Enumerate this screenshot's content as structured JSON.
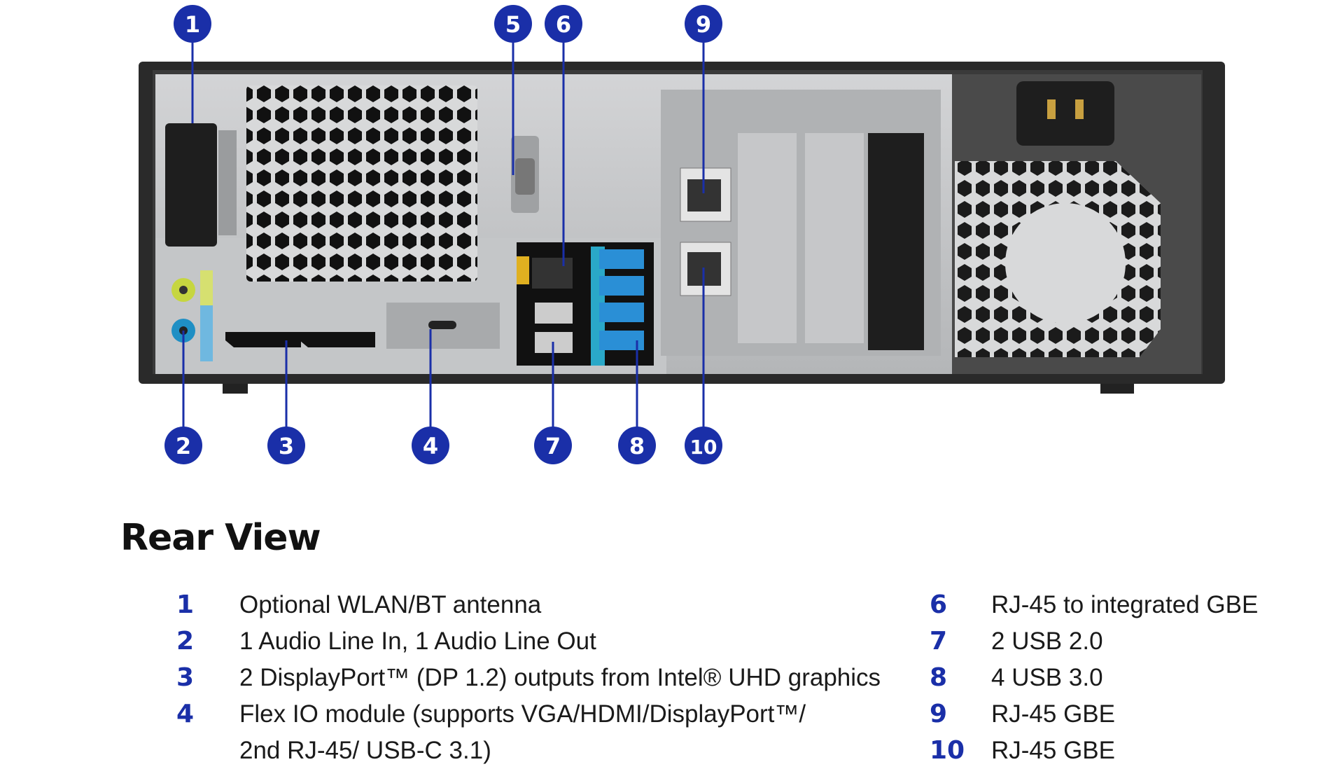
{
  "title": "Rear View",
  "colors": {
    "callout_fill": "#1a2fa8",
    "callout_line": "#1a2fa8",
    "chassis": "#2b2b2b",
    "panel": "#b8babc",
    "audio_in": "#c6d640",
    "audio_out": "#1f8fc4",
    "usb3": "#2a8fd6"
  },
  "callouts": [
    {
      "num": "1"
    },
    {
      "num": "2"
    },
    {
      "num": "3"
    },
    {
      "num": "4"
    },
    {
      "num": "5"
    },
    {
      "num": "6"
    },
    {
      "num": "7"
    },
    {
      "num": "8"
    },
    {
      "num": "9"
    },
    {
      "num": "10"
    }
  ],
  "legend_left": [
    {
      "num": "1",
      "text": "Optional WLAN/BT antenna"
    },
    {
      "num": "2",
      "text": "1 Audio Line In, 1 Audio Line Out"
    },
    {
      "num": "3",
      "text": "2 DisplayPort™ (DP 1.2) outputs from Intel® UHD graphics"
    },
    {
      "num": "4",
      "text": "Flex IO module (supports VGA/HDMI/DisplayPort™/"
    },
    {
      "num": "",
      "text": "2nd RJ-45/ USB-C 3.1)"
    }
  ],
  "legend_right": [
    {
      "num": "6",
      "text": "RJ-45 to integrated GBE"
    },
    {
      "num": "7",
      "text": "2 USB 2.0"
    },
    {
      "num": "8",
      "text": "4 USB 3.0"
    },
    {
      "num": "9",
      "text": "RJ-45 GBE"
    },
    {
      "num": "10",
      "text": "RJ-45 GBE"
    }
  ]
}
